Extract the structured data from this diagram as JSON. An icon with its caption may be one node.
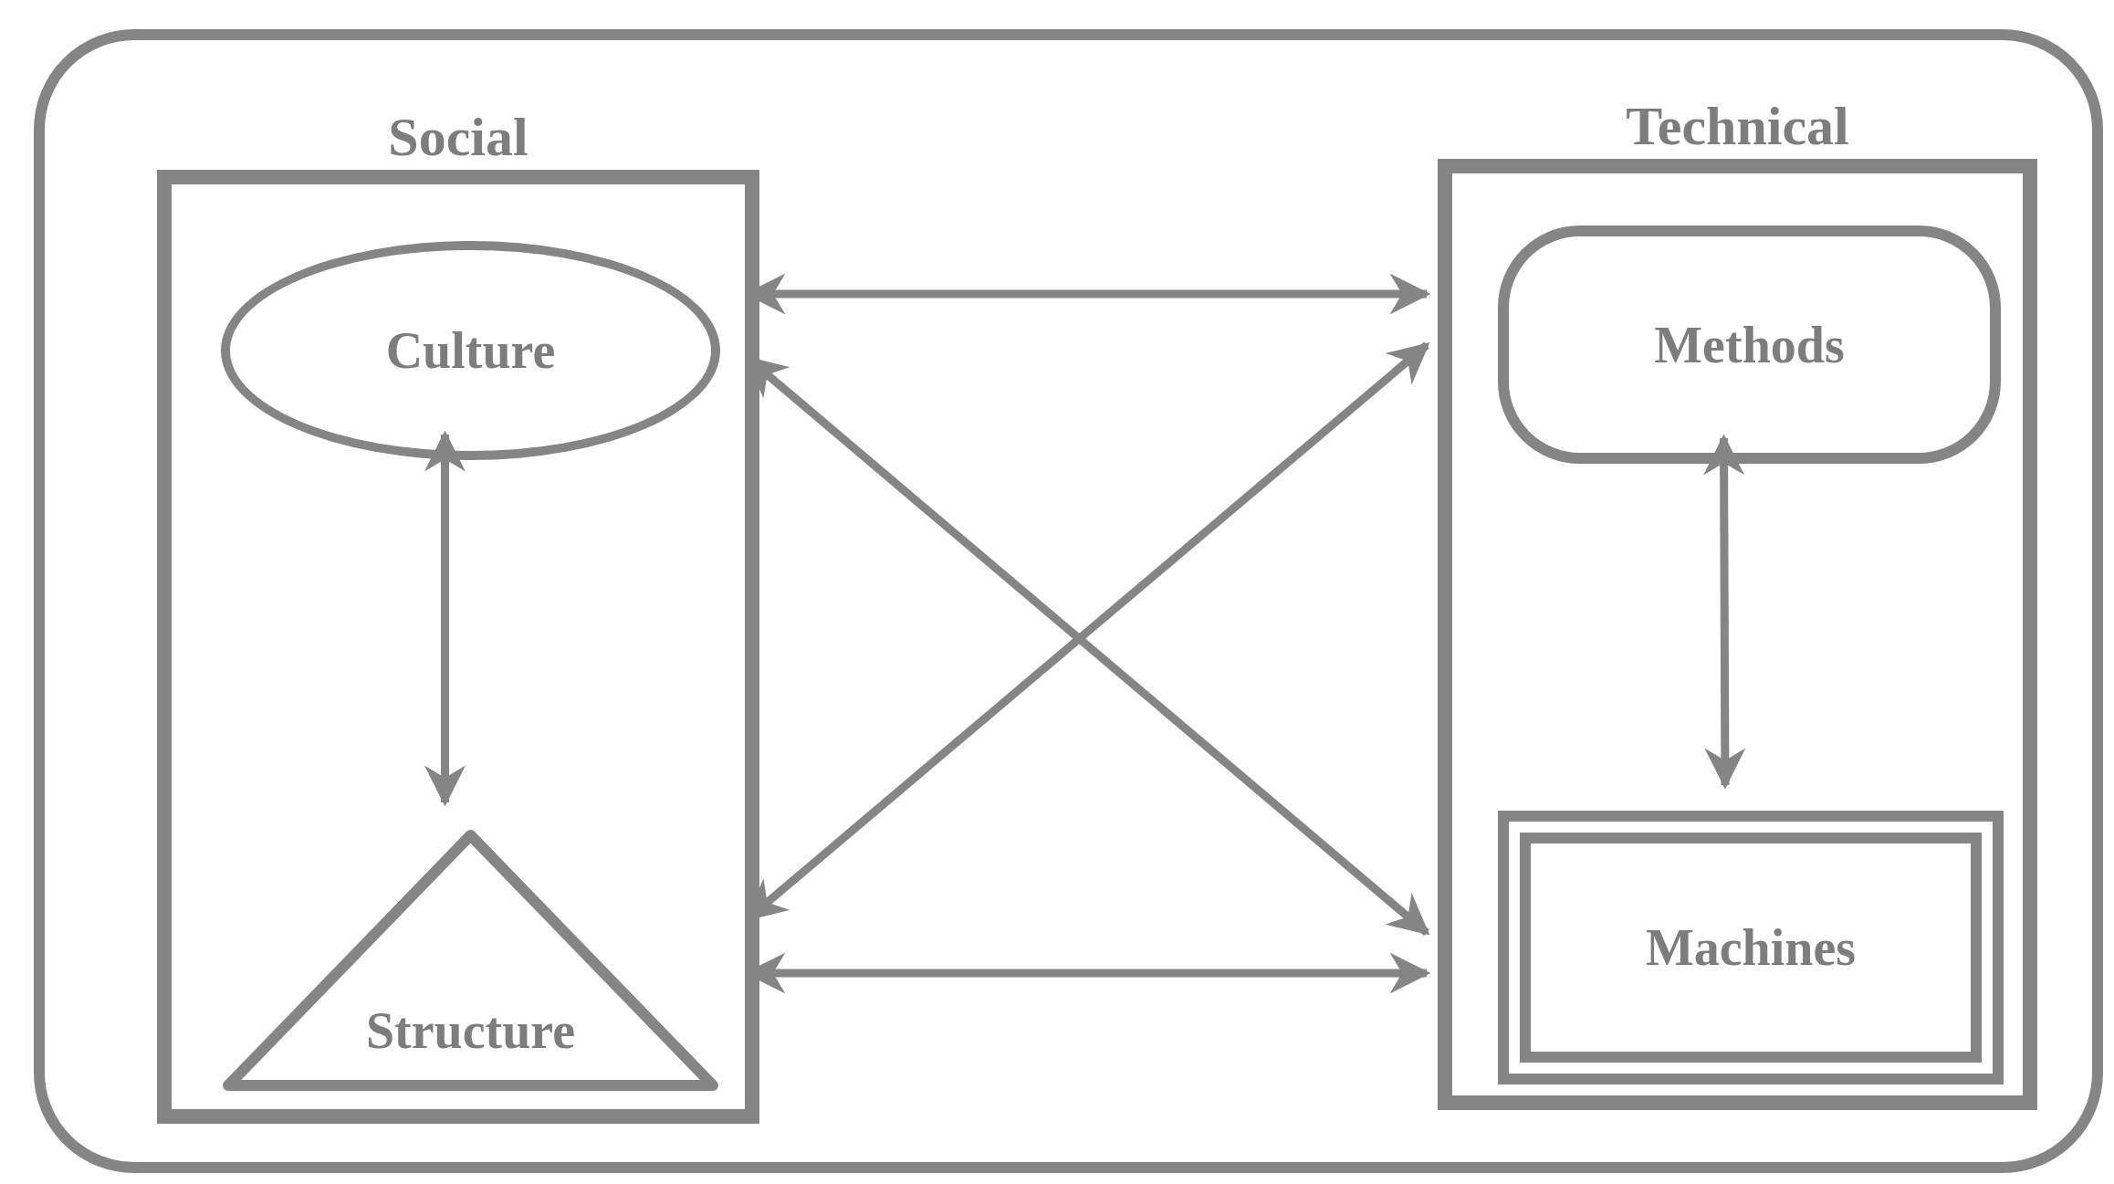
{
  "diagram": {
    "nodes": [
      {
        "text": [],
        "shape": "box"
      },
      {
        "text": [
          "Social"
        ],
        "in": 0
      },
      {
        "text": [
          "Technical"
        ],
        "in": 0
      },
      {
        "text": [
          "Culture"
        ],
        "in": 1
      },
      {
        "text": [
          "Structure"
        ],
        "in": 1
      },
      {
        "text": [
          "Methods"
        ],
        "in": 2
      },
      {
        "text": [
          "Machines"
        ],
        "in": 2
      }
    ],
    "edges": [
      {
        "from": 3,
        "to": 4,
        "arrow": "both"
      },
      {
        "from": 5,
        "to": 6,
        "arrow": "both"
      },
      {
        "from": 1,
        "to": 2,
        "arrow": "both"
      },
      {
        "from": 1,
        "to": 2,
        "arrow": "both"
      },
      {
        "from": 1,
        "to": 2,
        "arrow": "both"
      },
      {
        "from": 1,
        "to": 2,
        "arrow": "both"
      }
    ]
  }
}
